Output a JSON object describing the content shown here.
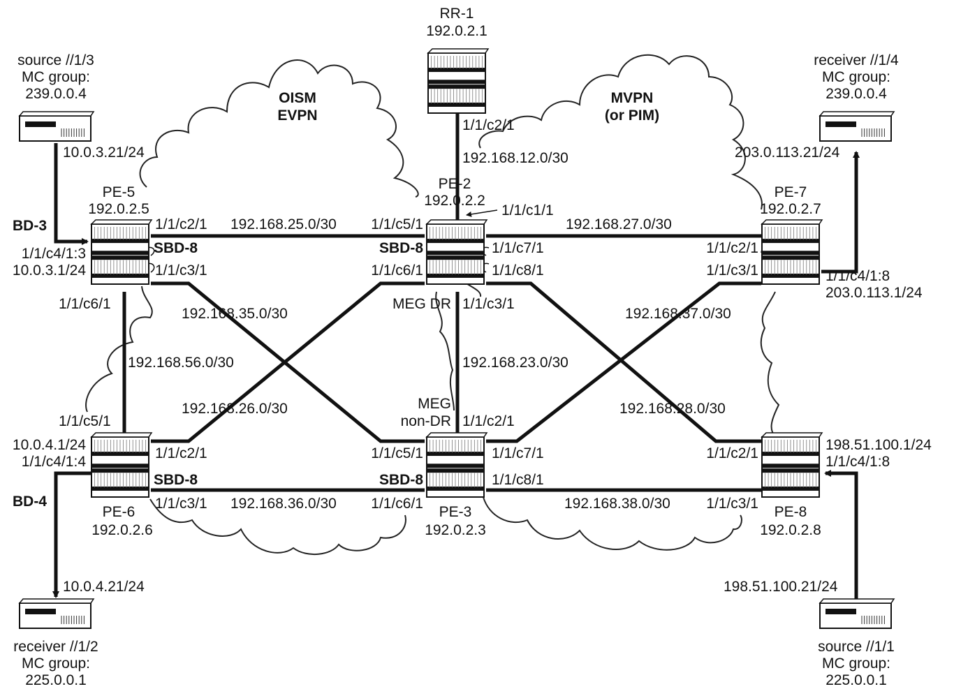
{
  "clouds": {
    "oism": [
      "OISM",
      "EVPN"
    ],
    "mvpn": [
      "MVPN",
      "(or PIM)"
    ]
  },
  "routers": {
    "rr1": {
      "name": "RR-1",
      "ip": "192.0.2.1"
    },
    "pe2": {
      "name": "PE-2",
      "ip": "192.0.2.2"
    },
    "pe3": {
      "name": "PE-3",
      "ip": "192.0.2.3"
    },
    "pe5": {
      "name": "PE-5",
      "ip": "192.0.2.5"
    },
    "pe6": {
      "name": "PE-6",
      "ip": "192.0.2.6"
    },
    "pe7": {
      "name": "PE-7",
      "ip": "192.0.2.7"
    },
    "pe8": {
      "name": "PE-8",
      "ip": "192.0.2.8"
    }
  },
  "hosts": {
    "src3": [
      "source //1/3",
      "MC group:",
      "239.0.0.4"
    ],
    "rcv4": [
      "receiver //1/4",
      "MC group:",
      "239.0.0.4"
    ],
    "rcv2": [
      "receiver //1/2",
      "MC group:",
      "225.0.0.1"
    ],
    "src1": [
      "source //1/1",
      "MC group:",
      "225.0.0.1"
    ]
  },
  "subnets": {
    "s12": "192.168.12.0/30",
    "s25": "192.168.25.0/30",
    "s27": "192.168.27.0/30",
    "s35": "192.168.35.0/30",
    "s37": "192.168.37.0/30",
    "s56": "192.168.56.0/30",
    "s23": "192.168.23.0/30",
    "s26": "192.168.26.0/30",
    "s28": "192.168.28.0/30",
    "s36": "192.168.36.0/30",
    "s38": "192.168.38.0/30"
  },
  "host_ips": {
    "src3": "10.0.3.21/24",
    "rcv4": "203.0.113.21/24",
    "rcv2": "10.0.4.21/24",
    "src1": "198.51.100.21/24"
  },
  "ports": {
    "rr1_c2_1": "1/1/c2/1",
    "pe2_c1_1": "1/1/c1/1",
    "pe2_c5_1": "1/1/c5/1",
    "pe2_c6_1": "1/1/c6/1",
    "pe2_c7_1": "1/1/c7/1",
    "pe2_c8_1": "1/1/c8/1",
    "pe2_c3_1": "1/1/c3/1",
    "pe5_c2_1": "1/1/c2/1",
    "pe5_c3_1": "1/1/c3/1",
    "pe5_c4": "1/1/c4/1:3",
    "pe5_if": "10.0.3.1/24",
    "pe5_c6_1": "1/1/c6/1",
    "pe7_c2_1": "1/1/c2/1",
    "pe7_c3_1": "1/1/c3/1",
    "pe7_c4": "1/1/c4/1:8",
    "pe7_if": "203.0.113.1/24",
    "pe6_c5_1": "1/1/c5/1",
    "pe6_if": "10.0.4.1/24",
    "pe6_c4": "1/1/c4/1:4",
    "pe6_c2_1": "1/1/c2/1",
    "pe6_c3_1": "1/1/c3/1",
    "pe3_c2_1": "1/1/c2/1",
    "pe3_c5_1": "1/1/c5/1",
    "pe3_c6_1": "1/1/c6/1",
    "pe3_c7_1": "1/1/c7/1",
    "pe3_c8_1": "1/1/c8/1",
    "pe8_c2_1": "1/1/c2/1",
    "pe8_c3_1": "1/1/c3/1",
    "pe8_if": "198.51.100.1/24",
    "pe8_c4": "1/1/c4/1:8"
  },
  "tags": {
    "bd3": "BD-3",
    "bd4": "BD-4",
    "sbd8": "SBD-8",
    "meg_dr": "MEG DR",
    "meg": "MEG",
    "non_dr": "non-DR"
  }
}
